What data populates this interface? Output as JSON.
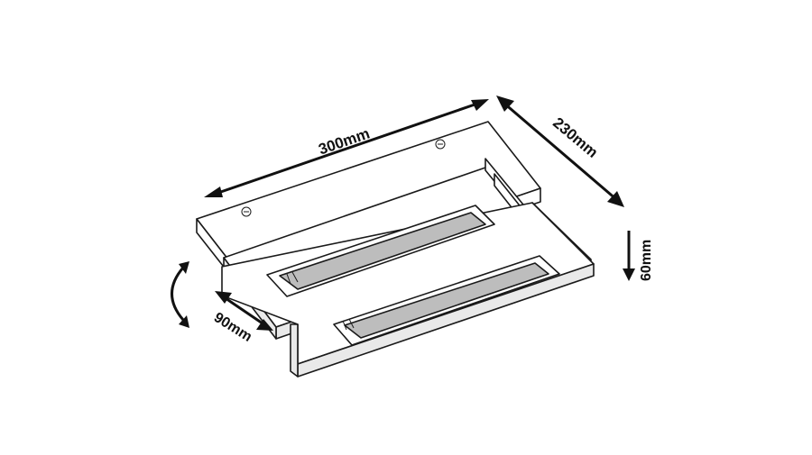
{
  "dimensions": {
    "length": "300mm",
    "width": "230mm",
    "height": "60mm",
    "rotation": "90mm"
  },
  "colors": {
    "line": "#1a1a1a",
    "background": "#ffffff"
  },
  "icons": {
    "rotation": "rotation-arc-icon",
    "arrow": "double-arrow-icon"
  }
}
